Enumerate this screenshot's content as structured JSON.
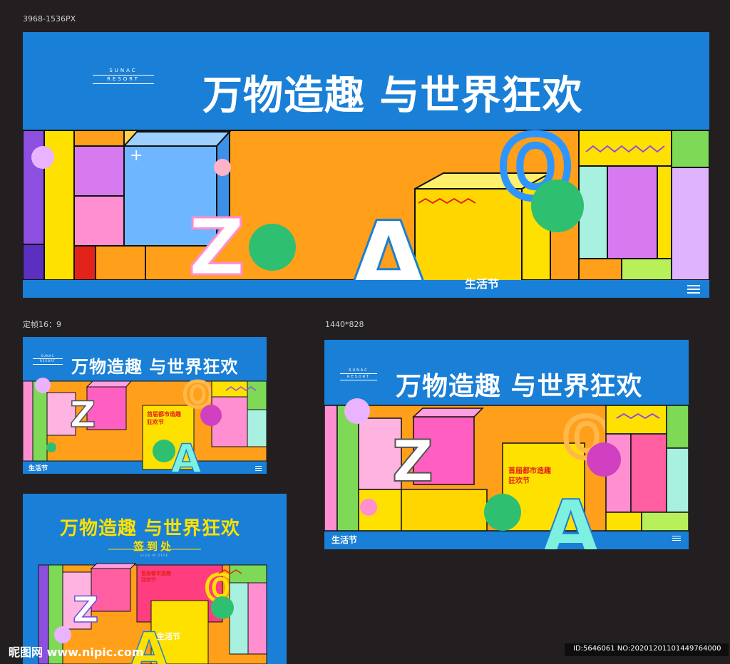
{
  "labels": {
    "top_size": "3968-1536PX",
    "ratio": "定帧16：9",
    "res": "1440*828"
  },
  "board": {
    "title": "万物造趣 与世界狂欢",
    "brand_line1": "SUNAC",
    "brand_line2": "RESORT",
    "logo": "生活节",
    "box_text_1": "首届都市造趣",
    "box_text_2": "狂欢节",
    "sign_text": "签到处",
    "sign_sub": "SIGN IN DESK"
  },
  "watermark": {
    "site": "昵图网 www.nipic.com",
    "id_text": "ID:5646061 NO:20201201101449764000"
  },
  "colors": {
    "background": "#231f20",
    "board_blue": "#1a7fd6",
    "orange": "#ff9f1a",
    "yellow": "#ffe100",
    "pink": "#ff8fd0",
    "purple": "#8c4fe0",
    "green": "#7ed957"
  }
}
